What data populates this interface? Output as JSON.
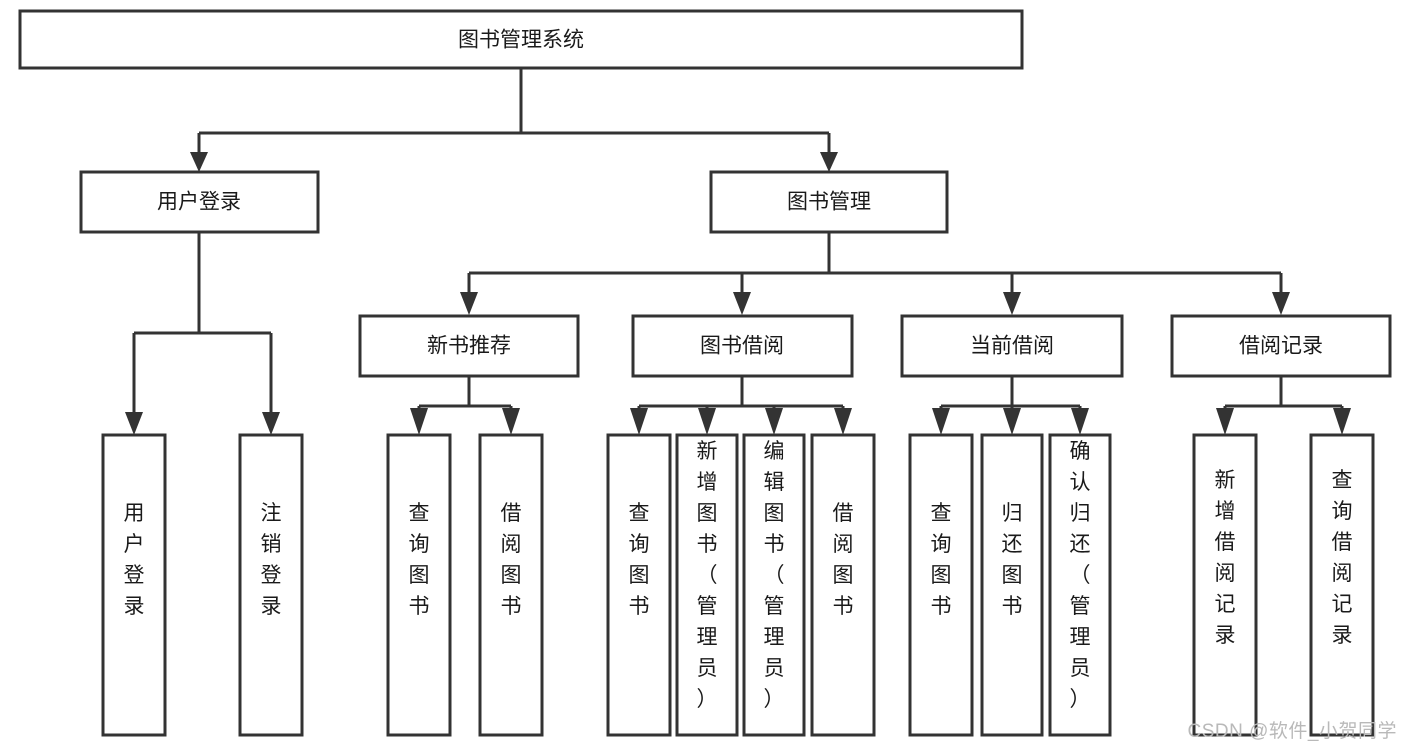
{
  "diagram": {
    "title_node": {
      "label": "图书管理系统"
    },
    "level2": [
      {
        "id": "user-login",
        "label": "用户登录"
      },
      {
        "id": "book-management",
        "label": "图书管理"
      }
    ],
    "level3": [
      {
        "id": "new-book-recommend",
        "label": "新书推荐"
      },
      {
        "id": "book-borrow",
        "label": "图书借阅"
      },
      {
        "id": "current-borrow",
        "label": "当前借阅"
      },
      {
        "id": "borrow-record",
        "label": "借阅记录"
      }
    ],
    "leaves": [
      {
        "id": "leaf-user-login",
        "label": "用户登录",
        "parent": "user-login"
      },
      {
        "id": "leaf-user-logout",
        "label": "注销登录",
        "parent": "user-login"
      },
      {
        "id": "leaf-query-book-1",
        "label": "查询图书",
        "parent": "new-book-recommend"
      },
      {
        "id": "leaf-borrow-book-1",
        "label": "借阅图书",
        "parent": "new-book-recommend"
      },
      {
        "id": "leaf-query-book-2",
        "label": "查询图书",
        "parent": "book-borrow"
      },
      {
        "id": "leaf-add-book",
        "label": "新增图书（管理员）",
        "parent": "book-borrow"
      },
      {
        "id": "leaf-edit-book",
        "label": "编辑图书（管理员）",
        "parent": "book-borrow"
      },
      {
        "id": "leaf-borrow-book-2",
        "label": "借阅图书",
        "parent": "book-borrow"
      },
      {
        "id": "leaf-query-book-3",
        "label": "查询图书",
        "parent": "current-borrow"
      },
      {
        "id": "leaf-return-book",
        "label": "归还图书",
        "parent": "current-borrow"
      },
      {
        "id": "leaf-confirm-return",
        "label": "确认归还（管理员）",
        "parent": "current-borrow"
      },
      {
        "id": "leaf-add-record",
        "label": "新增借阅记录",
        "parent": "borrow-record"
      },
      {
        "id": "leaf-query-record",
        "label": "查询借阅记录",
        "parent": "borrow-record"
      }
    ],
    "watermark": "CSDN @软件_小贺同学",
    "colors": {
      "stroke": "#333333",
      "background": "#ffffff",
      "text": "#1a1a1a",
      "watermark": "#b9b9b9"
    }
  }
}
